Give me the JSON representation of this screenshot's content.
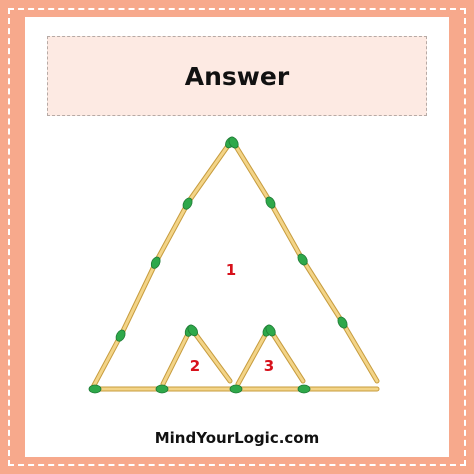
{
  "title": "Answer",
  "triangle_labels": [
    "1",
    "2",
    "3"
  ],
  "brand": "MindYourLogic.com",
  "colors": {
    "background": "#f7a98c",
    "card": "#ffffff",
    "header_fill": "#fdeae3",
    "stick": "#f3d487",
    "match_head": "#2ea84a",
    "label": "#d7111b"
  }
}
